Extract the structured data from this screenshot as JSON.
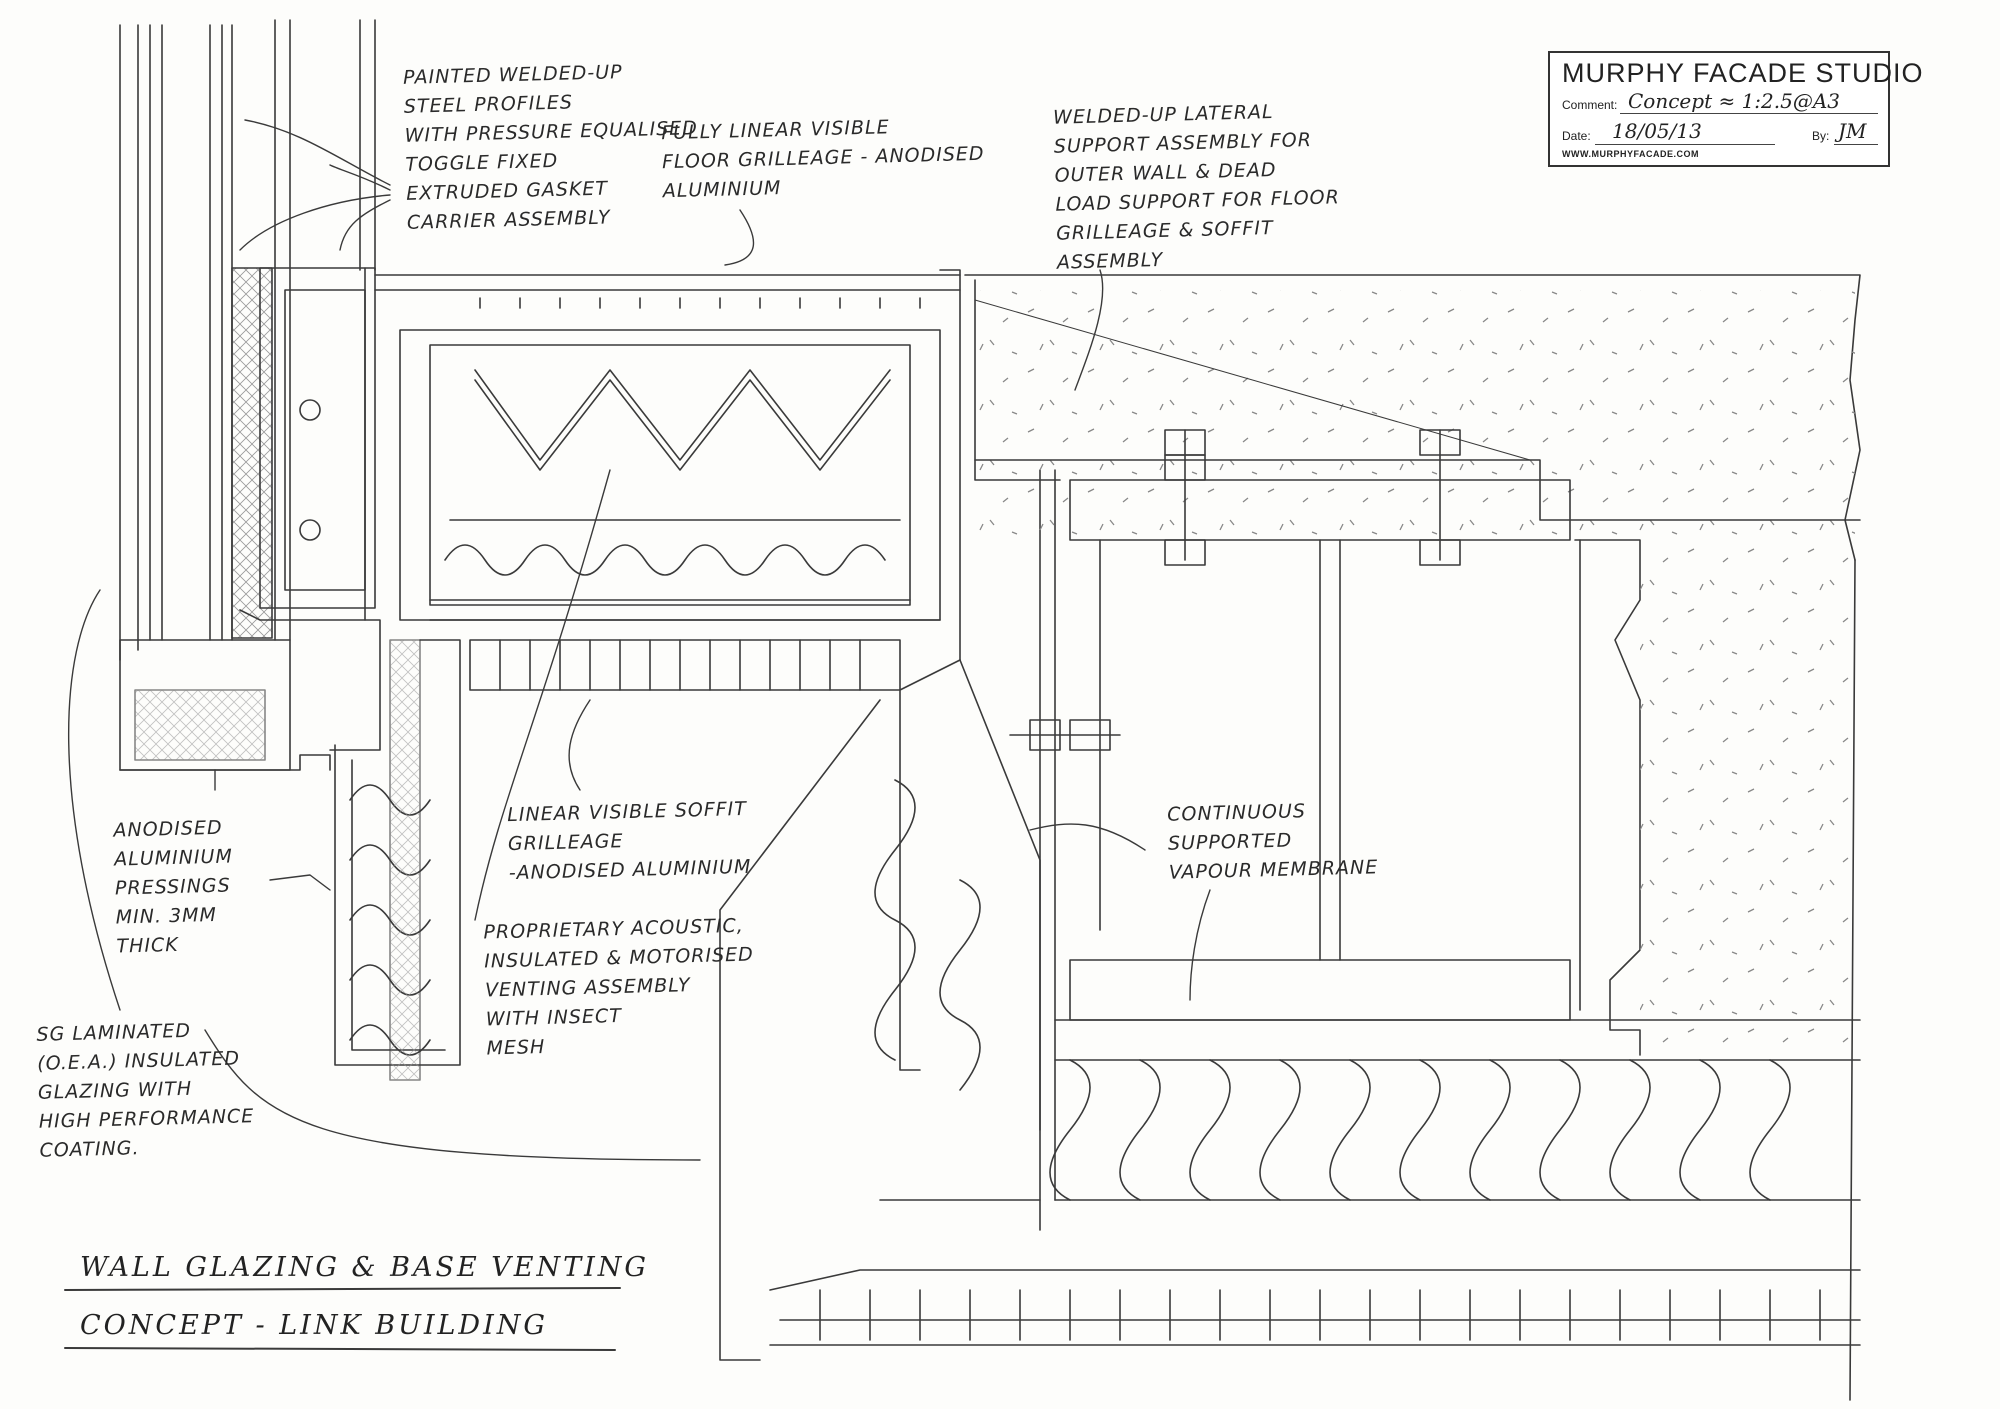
{
  "title_block": {
    "firm": "MURPHY FACADE STUDIO",
    "comment_label": "Comment:",
    "comment_value": "Concept ≈ 1:2.5@A3",
    "date_label": "Date:",
    "date_value": "18/05/13",
    "by_label": "By:",
    "by_value": "JM",
    "website": "WWW.MURPHYFACADE.COM"
  },
  "annotations": {
    "steel_profiles": "PAINTED WELDED-UP\nSTEEL PROFILES\nWITH PRESSURE EQUALISED\nTOGGLE FIXED\nEXTRUDED GASKET\nCARRIER ASSEMBLY",
    "floor_grilleage": "FULLY LINEAR VISIBLE\nFLOOR GRILLEAGE - ANODISED\nALUMINIUM",
    "lateral_support": "WELDED-UP LATERAL\nSUPPORT ASSEMBLY FOR\nOUTER WALL & DEAD\nLOAD SUPPORT FOR FLOOR\nGRILLEAGE & SOFFIT\nASSEMBLY",
    "anodised_pressings": "ANODISED\nALUMINIUM\nPRESSINGS\nMIN. 3MM\nTHICK",
    "soffit_grilleage": "LINEAR VISIBLE SOFFIT\nGRILLEAGE\n-ANODISED ALUMINIUM",
    "vapour_membrane": "CONTINUOUS\nSUPPORTED\nVAPOUR MEMBRANE",
    "venting_assembly": "PROPRIETARY ACOUSTIC,\nINSULATED & MOTORISED\nVENTING ASSEMBLY\nWITH INSECT\nMESH",
    "glazing": "SG LAMINATED\n(O.E.A.) INSULATED\nGLAZING WITH\nHIGH PERFORMANCE\nCOATING."
  },
  "drawing_title": {
    "line1": "Wall Glazing & Base Venting",
    "line2": "Concept  -  Link Building"
  },
  "colors": {
    "ink": "#3a3a3a",
    "paper": "#fdfdfb"
  }
}
